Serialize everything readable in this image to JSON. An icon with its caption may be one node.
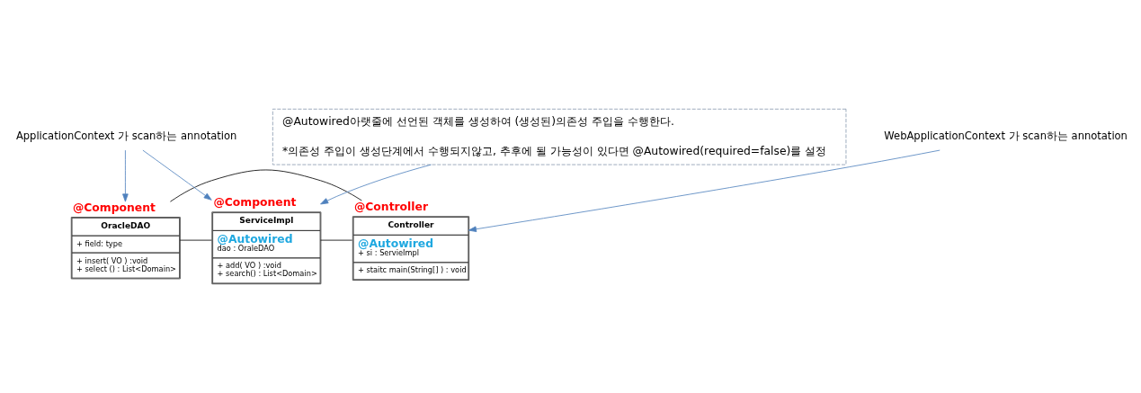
{
  "diagram": {
    "nodes": [
      {
        "text": [
          "@Component",
          "OracleDAO",
          "+ field: type",
          "+ insert( VO ) :void",
          "+ select () : List<Domain>"
        ]
      },
      {
        "text": [
          "@Component",
          "ServiceImpl",
          "@Autowired",
          "dao : OraleDAO",
          "+ add( VO ) :void",
          "+ search() : List<Domain>"
        ]
      },
      {
        "text": [
          "@Controller",
          "Controller",
          "@Autowired",
          "+ si : ServieImpl",
          "+ staitc main(String[] ) : void"
        ]
      },
      {
        "text": [
          "ApplicationContext 가 scan하는 annotation"
        ]
      },
      {
        "text": [
          "WebApplicationContext 가 scan하는 annotation"
        ]
      },
      {
        "text": [
          "@Autowired아랫줄에 선언된 객체를 생성하여 (생성된)의존성 주입을 수행한다.",
          "*의존성 주입이 생성단계에서 수행되지않고, 추후에 될 가능성이 있다면 @Autowired(required=false)를 설정"
        ]
      }
    ],
    "edges": [
      {
        "from": 3,
        "to": 0,
        "arrow": "to"
      },
      {
        "from": 3,
        "to": 1,
        "arrow": "to"
      },
      {
        "from": 4,
        "to": 2,
        "arrow": "to"
      },
      {
        "from": 5,
        "to": 1,
        "arrow": "to"
      },
      {
        "from": 0,
        "to": 1,
        "arrow": "none",
        "color": "#000000"
      },
      {
        "from": 0,
        "to": 2,
        "arrow": "none",
        "color": "#000000"
      },
      {
        "from": 1,
        "to": 2,
        "arrow": "none",
        "color": "#000000"
      }
    ]
  }
}
